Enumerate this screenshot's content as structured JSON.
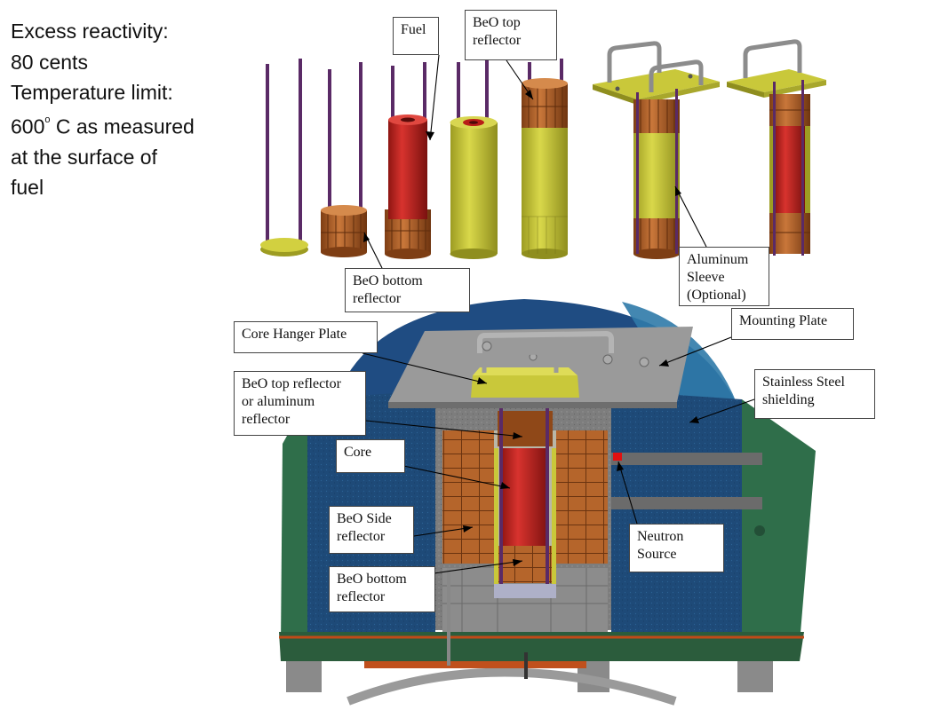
{
  "notes": {
    "line1": "Excess reactivity:",
    "line2": "80 cents",
    "line3": "Temperature limit:",
    "line4_value": "600",
    "line4_degree": "o",
    "line4_rest": " C as measured",
    "line5": "at the surface of",
    "line6": "fuel"
  },
  "labels": {
    "fuel": "Fuel",
    "beo_top_reflector": "BeO top\nreflector",
    "beo_bottom_reflector_top": "BeO bottom\nreflector",
    "aluminum_sleeve": "Aluminum\nSleeve\n(Optional)",
    "mounting_plate": "Mounting Plate",
    "core_hanger_plate": "Core Hanger Plate",
    "beo_top_or_aluminum": "BeO top reflector\nor aluminum\nreflector",
    "stainless_steel_shielding": "Stainless Steel\nshielding",
    "core": "Core",
    "beo_side_reflector": "BeO  Side\nreflector",
    "neutron_source": "Neutron\nSource",
    "beo_bottom_reflector_lower": "BeO bottom\nreflector"
  },
  "colors": {
    "fuel_red": "#c8201e",
    "beo_copper": "#b8642a",
    "aluminum_olive": "#c9c83a",
    "rod_purple": "#5a2a66",
    "shield_blue": "#1f4e80",
    "base_green": "#2f6e4a",
    "plate_gray": "#9a9a9a",
    "source_red": "#e01010"
  }
}
